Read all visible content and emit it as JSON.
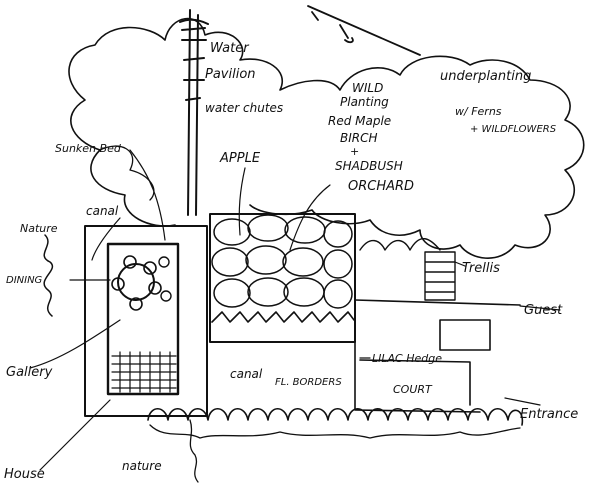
{
  "labels": {
    "water": "Water",
    "pavilion": "Pavilion",
    "water_chutes": "water chutes",
    "wild_planting": "WILD",
    "wild_planting_2": "Planting",
    "underplanting": "underplanting",
    "underplanting_2": "w/ Ferns",
    "underplanting_3": "+ WILDFLOWERS",
    "red_maple": "Red Maple",
    "birch": "BIRCH",
    "birch_plus": "+",
    "shadbush": "SHADBUSH",
    "apple": "APPLE",
    "orchard": "ORCHARD",
    "sunken_bed": "Sunken Bed",
    "canal_top": "canal",
    "nature_left": "Nature",
    "dining": "DINING",
    "gallery": "Gallery",
    "house": "House",
    "nature_bottom": "nature",
    "canal_bottom": "canal",
    "fl_borders": "FL. BORDERS",
    "lilac_hedge": "LILAC Hedge",
    "court": "COURT",
    "trellis": "Trellis",
    "guest": "Guest",
    "entrance": "Entrance"
  },
  "colors": {
    "ink": "#111111",
    "paper": "#ffffff"
  }
}
